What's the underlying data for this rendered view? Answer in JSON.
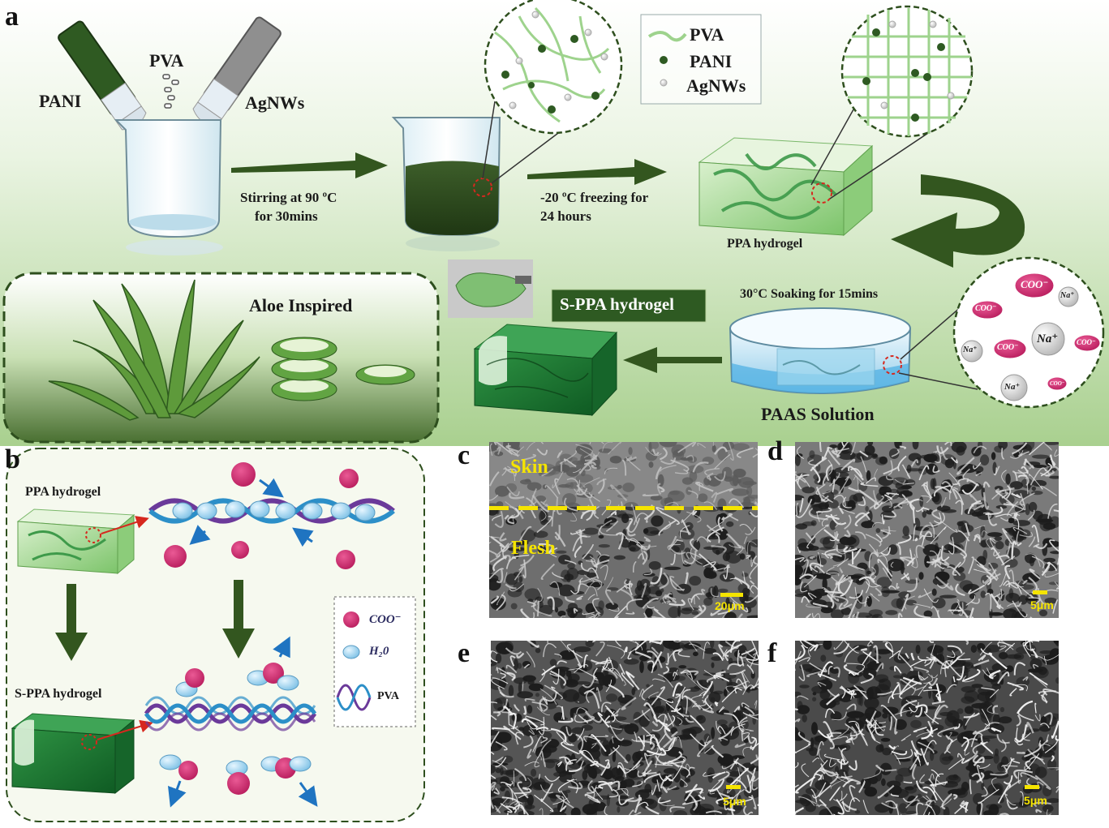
{
  "panels": {
    "a": "a",
    "b": "b",
    "c": "c",
    "d": "d",
    "e": "e",
    "f": "f"
  },
  "a": {
    "pani": "PANI",
    "pva": "PVA",
    "agnws": "AgNWs",
    "stir_line1": "Stirring at 90 ºC",
    "stir_line2": "for 30mins",
    "freeze_line1": "-20 ºC freezing for",
    "freeze_line2": "24 hours",
    "ppa_hydrogel": "PPA hydrogel",
    "legend": {
      "pva": "PVA",
      "pani": "PANI",
      "agnws": "AgNWs"
    },
    "aloe_inspired": "Aloe Inspired",
    "s_ppa_hydrogel": "S-PPA hydrogel",
    "soaking": "30°C Soaking for 15mins",
    "paas_solution": "PAAS Solution",
    "ions": {
      "coo": "COO⁻",
      "na": "Na⁺"
    }
  },
  "b": {
    "ppa_hydrogel": "PPA hydrogel",
    "s_ppa_hydrogel": "S-PPA hydrogel",
    "legend": {
      "coo": "COO⁻",
      "h2o": "H₂0",
      "pva": "PVA"
    }
  },
  "c": {
    "skin": "Skin",
    "flesh": "Flesh",
    "scale": "20μm"
  },
  "d": {
    "scale": "5μm"
  },
  "e": {
    "scale": "5μm"
  },
  "f": {
    "scale": "5μm"
  },
  "colors": {
    "dark_green": "#2e4f1e",
    "bg_green": "#b9d9a6",
    "coo_magenta": "#c8246a",
    "water_blue": "#9fd3ef",
    "scale_yellow": "#f5e400"
  }
}
